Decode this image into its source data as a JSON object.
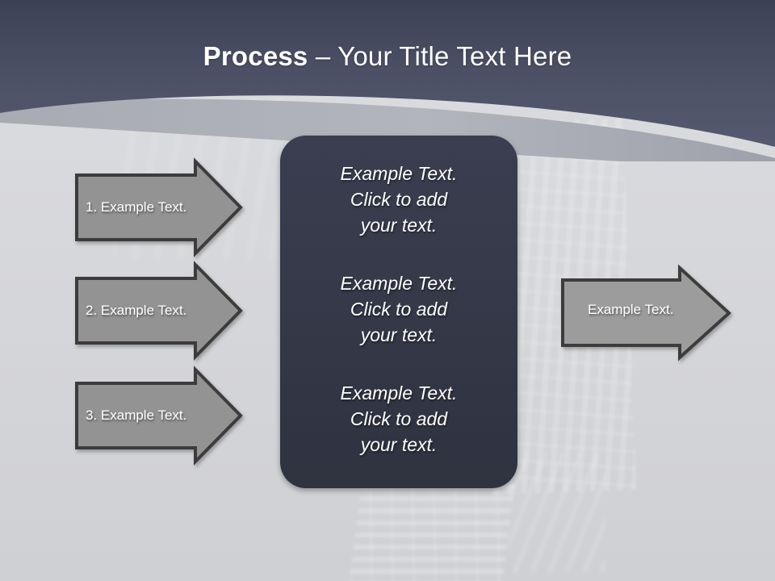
{
  "slide": {
    "title_bold": "Process",
    "title_rest": " – Your Title Text Here",
    "accent_dark": "#4d5166",
    "accent_box": "#353949",
    "arrow_fill": "#939393",
    "arrow_stroke": "#3c3c3c",
    "background": "#d8d9dc"
  },
  "input_arrows": [
    {
      "label": "1. Example Text."
    },
    {
      "label": "2. Example Text."
    },
    {
      "label": "3. Example Text."
    }
  ],
  "process_box": {
    "blocks": [
      {
        "text": "Example Text.\nClick  to add\nyour text."
      },
      {
        "text": "Example Text.\nClick  to add\nyour text."
      },
      {
        "text": "Example Text.\nClick  to add\nyour text."
      }
    ]
  },
  "output_arrow": {
    "label": "Example Text."
  }
}
